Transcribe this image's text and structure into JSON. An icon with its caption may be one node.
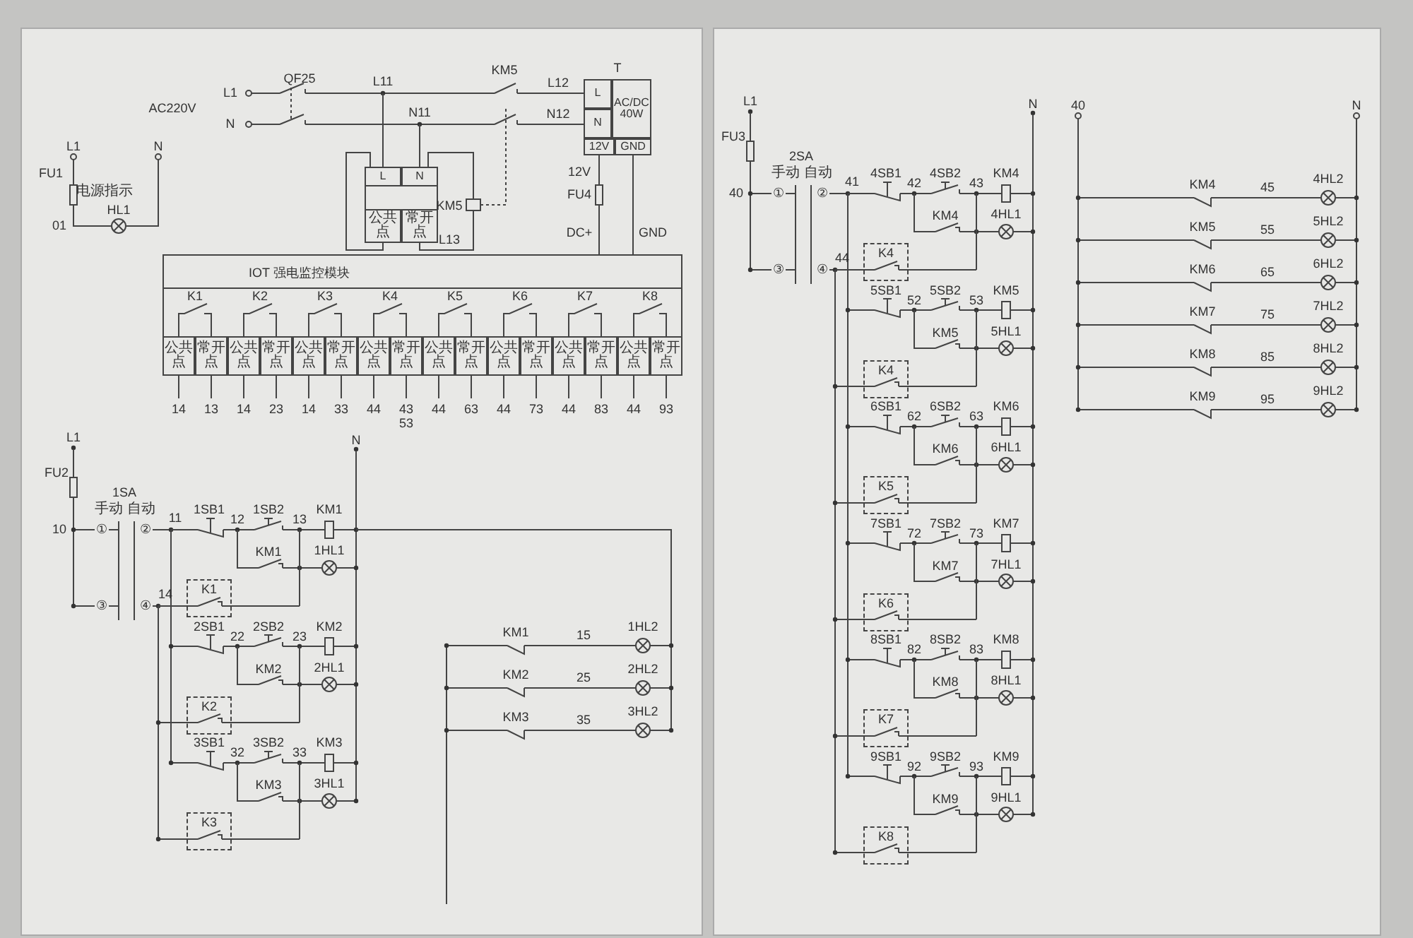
{
  "diagram": {
    "nodes": [
      {
        "text": [
          "T"
        ]
      },
      {
        "text": [
          "L"
        ],
        "in": 0
      },
      {
        "text": [
          "N"
        ],
        "in": 0
      },
      {
        "text": [
          "AC/DC 40W"
        ],
        "in": 0
      },
      {
        "text": [
          "12V"
        ],
        "in": 0
      },
      {
        "text": [
          "GND"
        ],
        "in": 0
      },
      {
        "text": [],
        "shape": "box"
      },
      {
        "text": [
          "L"
        ],
        "in": 6
      },
      {
        "text": [
          "N"
        ],
        "in": 6
      },
      {
        "text": [
          "公共点"
        ],
        "in": 6
      },
      {
        "text": [
          "常开点"
        ],
        "in": 6
      },
      {
        "text": [
          "IOT 强电监控模块"
        ]
      },
      {
        "text": [
          "公共点"
        ],
        "in": 11
      },
      {
        "text": [
          "常开点"
        ],
        "in": 11
      },
      {
        "text": [
          "公共点"
        ],
        "in": 11
      },
      {
        "text": [
          "常开点"
        ],
        "in": 11
      },
      {
        "text": [
          "公共点"
        ],
        "in": 11
      },
      {
        "text": [
          "常开点"
        ],
        "in": 11
      },
      {
        "text": [
          "公共点"
        ],
        "in": 11
      },
      {
        "text": [
          "常开点"
        ],
        "in": 11
      },
      {
        "text": [
          "公共点"
        ],
        "in": 11
      },
      {
        "text": [
          "常开点"
        ],
        "in": 11
      },
      {
        "text": [
          "公共点"
        ],
        "in": 11
      },
      {
        "text": [
          "常开点"
        ],
        "in": 11
      },
      {
        "text": [
          "公共点"
        ],
        "in": 11
      },
      {
        "text": [
          "常开点"
        ],
        "in": 11
      },
      {
        "text": [
          "公共点"
        ],
        "in": 11
      },
      {
        "text": [
          "常开点"
        ],
        "in": 11
      },
      {
        "text": [
          "K1"
        ]
      },
      {
        "text": [
          "K2"
        ]
      },
      {
        "text": [
          "K3"
        ]
      },
      {
        "text": [
          "K4"
        ]
      },
      {
        "text": [
          "K4"
        ]
      },
      {
        "text": [
          "K5"
        ]
      },
      {
        "text": [
          "K6"
        ]
      },
      {
        "text": [
          "K7"
        ]
      },
      {
        "text": [
          "K8"
        ]
      }
    ],
    "labels": [
      "AC220V",
      "L1",
      "N",
      "QF25",
      "L11",
      "N11",
      "KM5",
      "L12",
      "N12",
      "12V",
      "FU4",
      "DC+",
      "GND",
      "KM5",
      "L13",
      "L1",
      "N",
      "FU1",
      "电源指示",
      "HL1",
      "01",
      "K1",
      "K2",
      "K3",
      "K4",
      "K5",
      "K6",
      "K7",
      "K8",
      "14",
      "13",
      "14",
      "23",
      "14",
      "33",
      "44",
      "43",
      "44",
      "63",
      "44",
      "73",
      "44",
      "83",
      "44",
      "93",
      "53",
      "L1",
      "FU2",
      "1SA",
      "手动",
      "自动",
      "10",
      "①",
      "②",
      "③",
      "④",
      "11",
      "14",
      "N",
      "1SB1",
      "12",
      "1SB2",
      "13",
      "KM1",
      "KM1",
      "1HL1",
      "2SB1",
      "22",
      "2SB2",
      "23",
      "KM2",
      "KM2",
      "2HL1",
      "3SB1",
      "32",
      "3SB2",
      "33",
      "KM3",
      "KM3",
      "3HL1",
      "KM1",
      "15",
      "1HL2",
      "KM2",
      "25",
      "2HL2",
      "KM3",
      "35",
      "3HL2",
      "L1",
      "FU3",
      "2SA",
      "手动",
      "自动",
      "40",
      "①",
      "②",
      "③",
      "④",
      "41",
      "44",
      "N",
      "4SB1",
      "42",
      "4SB2",
      "43",
      "KM4",
      "KM4",
      "4HL1",
      "5SB1",
      "52",
      "5SB2",
      "53",
      "KM5",
      "KM5",
      "5HL1",
      "6SB1",
      "62",
      "6SB2",
      "63",
      "KM6",
      "KM6",
      "6HL1",
      "7SB1",
      "72",
      "7SB2",
      "73",
      "KM7",
      "KM7",
      "7HL1",
      "8SB1",
      "82",
      "8SB2",
      "83",
      "KM8",
      "KM8",
      "8HL1",
      "9SB1",
      "92",
      "9SB2",
      "93",
      "KM9",
      "KM9",
      "9HL1",
      "40",
      "N",
      "KM4",
      "45",
      "4HL2",
      "KM5",
      "55",
      "5HL2",
      "KM6",
      "65",
      "6HL2",
      "KM7",
      "75",
      "7HL2",
      "KM8",
      "85",
      "8HL2",
      "KM9",
      "95",
      "9HL2"
    ]
  }
}
